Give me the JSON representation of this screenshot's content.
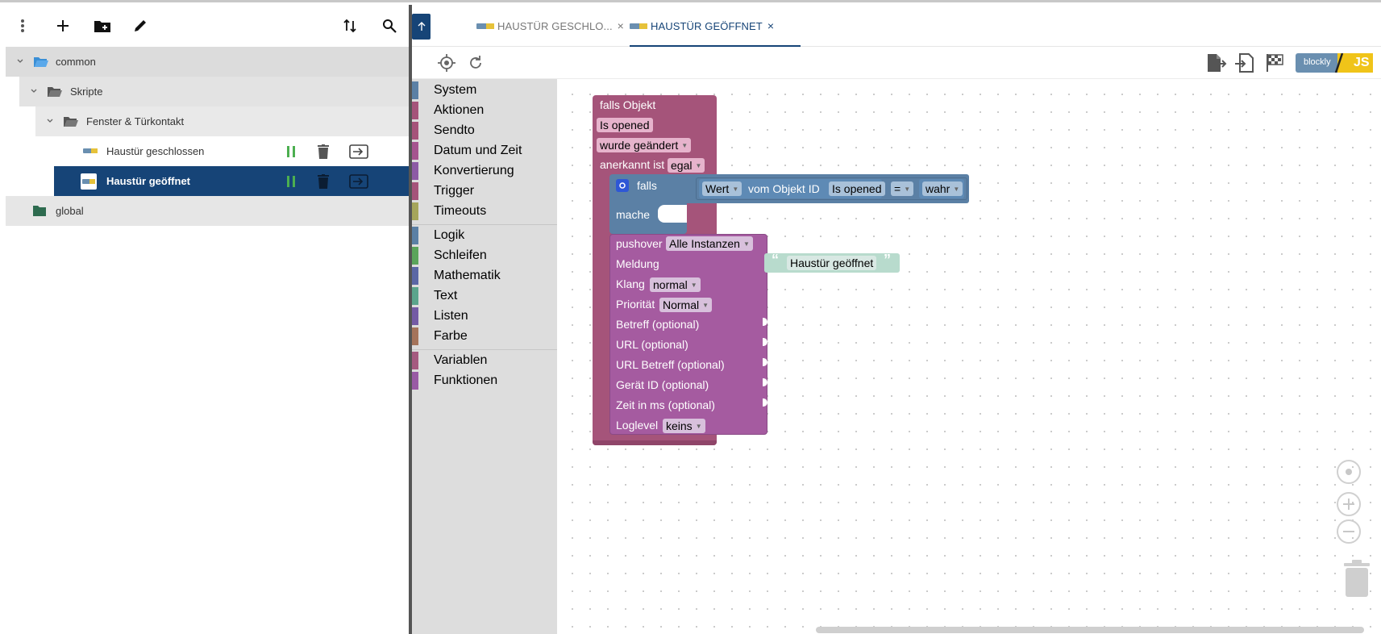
{
  "left_toolbar": {
    "menu_icon": "vertical-dots-icon",
    "add_icon": "plus-icon",
    "add_folder_icon": "add-folder-icon",
    "edit_icon": "pencil-icon",
    "sort_icon": "sort-icon",
    "search_icon": "search-icon"
  },
  "tree": {
    "common": "common",
    "skripte": "Skripte",
    "fenster": "Fenster & Türkontakt",
    "script1": "Haustür geschlossen",
    "script2": "Haustür geöffnet",
    "global": "global"
  },
  "tabs": [
    {
      "label": "HAUSTÜR GESCHLO...",
      "close": "×"
    },
    {
      "label": "HAUSTÜR GEÖFFNET",
      "close": "×"
    }
  ],
  "toolbox": {
    "group1": [
      "System",
      "Aktionen",
      "Sendto",
      "Datum und Zeit",
      "Konvertierung",
      "Trigger",
      "Timeouts"
    ],
    "group2": [
      "Logik",
      "Schleifen",
      "Mathematik",
      "Text",
      "Listen",
      "Farbe"
    ],
    "group3": [
      "Variablen",
      "Funktionen"
    ]
  },
  "toolbox_colors": [
    "#5b80a5",
    "#a5547a",
    "#a5547a",
    "#a5548f",
    "#8d5ba5",
    "#a5547a",
    "#a5a55b",
    "#5b80a5",
    "#5ba55b",
    "#5b67a5",
    "#5ba58c",
    "#745ba5",
    "#a5745b",
    "#a55b80",
    "#995ba5"
  ],
  "blocks": {
    "trigger_line1": "falls Objekt",
    "trigger_obj": "Is opened",
    "trigger_cond": "wurde geändert",
    "trigger_ack_label": "anerkannt ist",
    "trigger_ack": "egal",
    "if_label": "falls",
    "do_label": "mache",
    "wert": "Wert",
    "vom_objekt": "vom Objekt ID",
    "obj_id": "Is opened",
    "operator": "=",
    "bool_val": "wahr",
    "pushover": "pushover",
    "instance": "Alle Instanzen",
    "meldung": "Meldung",
    "message_open_quote": "“",
    "message_text": "Haustür geöffnet",
    "message_close_quote": "”",
    "klang": "Klang",
    "klang_val": "normal",
    "prio": "Priorität",
    "prio_val": "Normal",
    "betreff": "Betreff (optional)",
    "url": "URL (optional)",
    "url_betreff": "URL Betreff (optional)",
    "geraet": "Gerät ID (optional)",
    "zeit": "Zeit in ms (optional)",
    "loglevel": "Loglevel",
    "loglevel_val": "keins"
  },
  "blockly_logo": {
    "left": "blockly",
    "right": "JS"
  },
  "colors": {
    "selected_row": "#164477",
    "trigger_block": "#a5547a",
    "logic_block": "#5b80a5",
    "pushover_block": "#a55ba0",
    "text_block": "#5ba58c"
  }
}
